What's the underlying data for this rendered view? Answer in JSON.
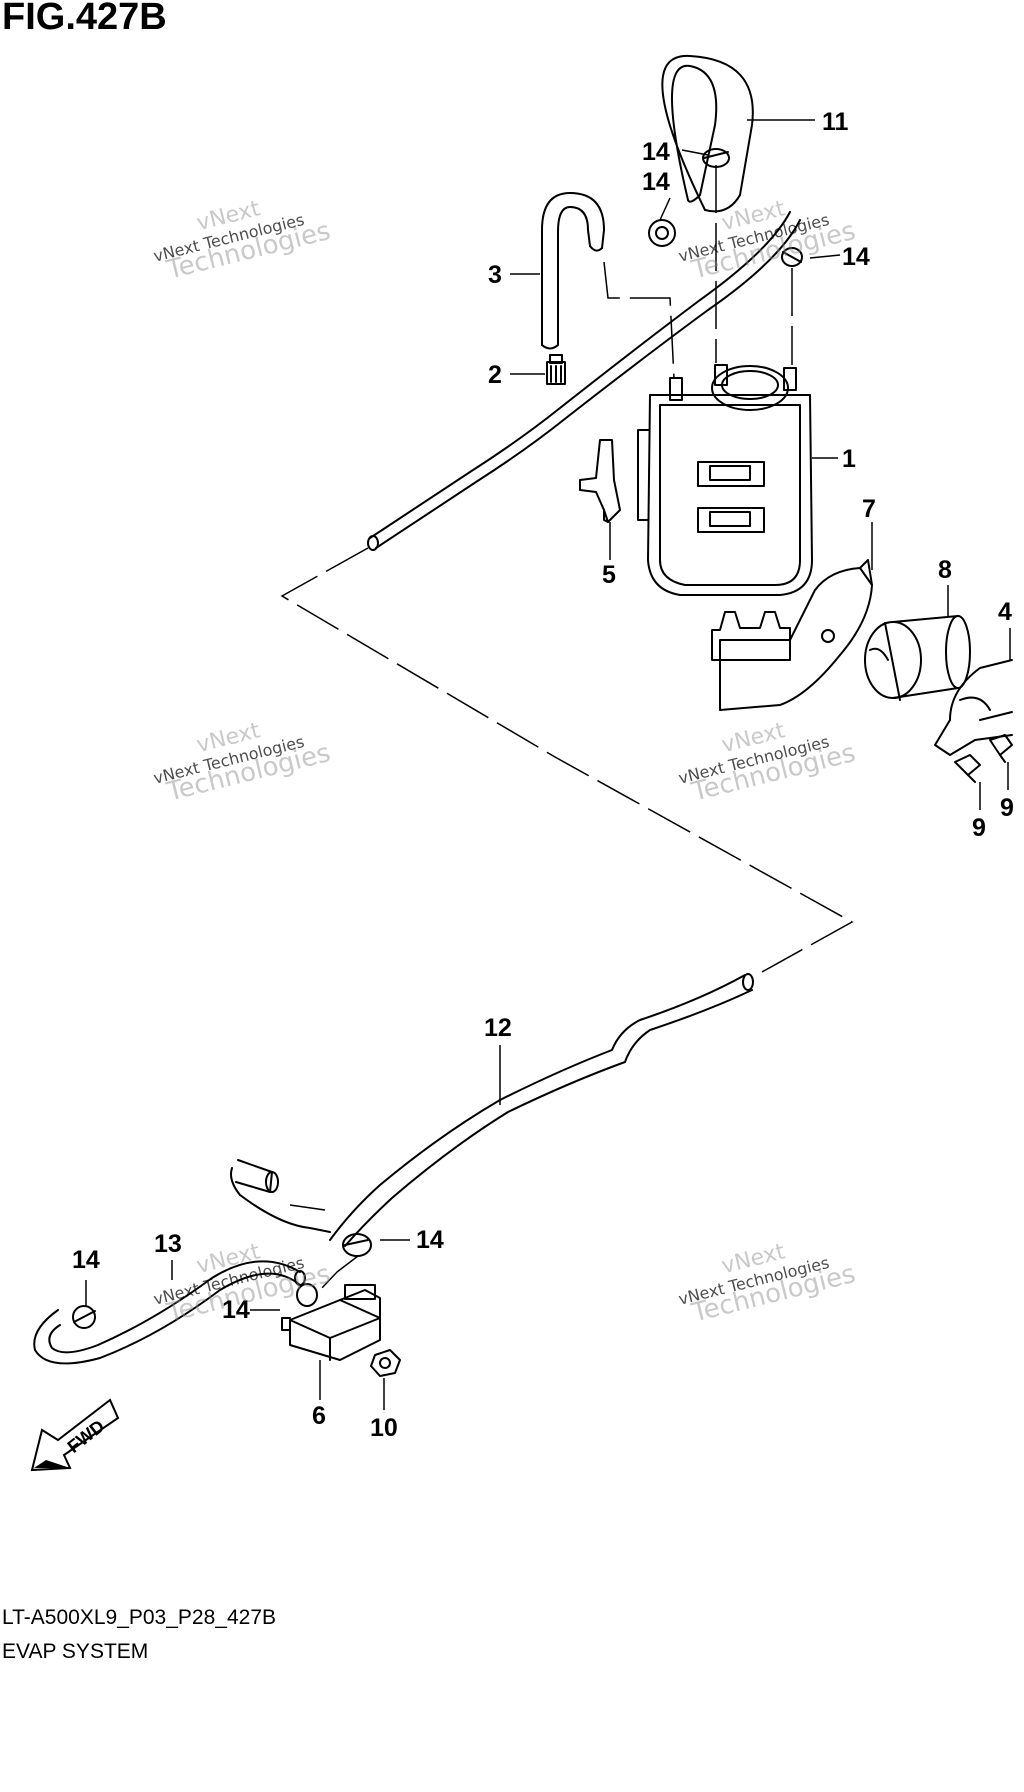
{
  "figure": {
    "title": "FIG.427B"
  },
  "captions": {
    "code": "LT-A500XL9_P03_P28_427B",
    "name": "EVAP SYSTEM"
  },
  "fwd_label": "FWD",
  "watermark": {
    "line1": "vNext",
    "line2": "vNext Technologies",
    "line3": "Technologies"
  },
  "callouts": {
    "c1": "1",
    "c2": "2",
    "c3": "3",
    "c4": "4",
    "c5": "5",
    "c6": "6",
    "c7": "7",
    "c8": "8",
    "c9a": "9",
    "c9b": "9",
    "c10": "10",
    "c11": "11",
    "c12": "12",
    "c13": "13",
    "c14a": "14",
    "c14b": "14",
    "c14c": "14",
    "c14d": "14",
    "c14e": "14",
    "c14f": "14"
  }
}
